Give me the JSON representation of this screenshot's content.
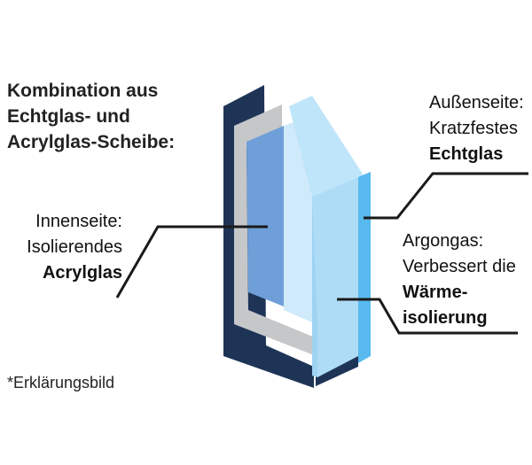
{
  "title": {
    "line1": "Kombination aus",
    "line2": "Echtglas- und",
    "line3": "Acrylglas-Scheibe:"
  },
  "inner": {
    "line1": "Innenseite:",
    "line2": "Isolierendes",
    "line3": "Acrylglas"
  },
  "outer": {
    "line1": "Außenseite:",
    "line2": "Kratzfestes",
    "line3": "Echtglas"
  },
  "gas": {
    "line1": "Argongas:",
    "line2": "Verbessert die",
    "line3": "Wärme-",
    "line4": "isolierung"
  },
  "footnote": "*Erklärungsbild",
  "colors": {
    "frame_dark": "#1e3457",
    "frame_gray": "#c5c7c9",
    "acrylic": "#6f9fd8",
    "glass": "#aedcf7",
    "glass_edge": "#58b9ee",
    "leader": "#1a1a1a"
  }
}
